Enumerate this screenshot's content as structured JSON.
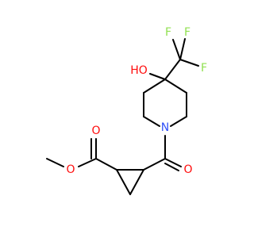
{
  "molecule": {
    "atoms": {
      "f_top": "F",
      "f_right": "F",
      "f_left": "F",
      "ho": "HO",
      "n": "N",
      "o_ester_carbonyl": "O",
      "o_ester_ether": "O",
      "o_amide": "O"
    },
    "colors": {
      "carbon_bonds": "#000000",
      "oxygen": "#ff0d0d",
      "nitrogen": "#3050f8",
      "fluorine": "#90e050"
    }
  }
}
